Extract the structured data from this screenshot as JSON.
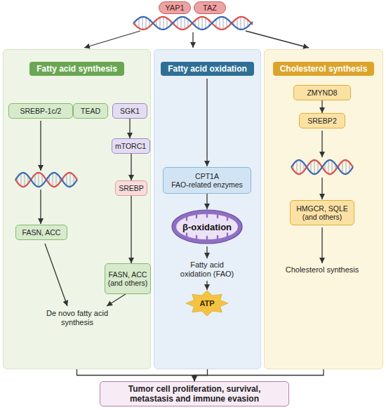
{
  "diagram": {
    "nodes": [
      {
        "text": [
          "YAP1"
        ]
      },
      {
        "text": [
          "TAZ"
        ]
      },
      {
        "text": [
          "Fatty acid synthesis"
        ]
      },
      {
        "text": [
          "SREBP-1c/2"
        ],
        "in": 2
      },
      {
        "text": [
          "TEAD"
        ],
        "in": 2
      },
      {
        "text": [
          "SGK1"
        ],
        "in": 2
      },
      {
        "text": [
          "mTORC1"
        ],
        "in": 2
      },
      {
        "text": [
          "SREBP"
        ],
        "in": 2
      },
      {
        "text": [
          "FASN, ACC"
        ],
        "in": 2
      },
      {
        "text": [
          "FASN, ACC (and others)"
        ],
        "in": 2
      },
      {
        "text": [
          "Fatty acid oxidation"
        ]
      },
      {
        "text": [
          "CPT1A",
          "FAO-related enzymes"
        ],
        "in": 10
      },
      {
        "text": [
          "β-oxidation"
        ],
        "in": 10
      },
      {
        "text": [
          "ATP"
        ],
        "in": 10
      },
      {
        "text": [
          "Cholesterol synthesis"
        ]
      },
      {
        "text": [
          "ZMYND8"
        ],
        "in": 14
      },
      {
        "text": [
          "SREBP2"
        ],
        "in": 14
      },
      {
        "text": [
          "HMGCR, SQLE (and others)"
        ],
        "in": 14
      },
      {
        "text": [
          "Tumor cell proliferation, survival, metastasis and immune evasion"
        ]
      }
    ],
    "edges": [
      {
        "from": 5,
        "to": 6,
        "arrow": "to"
      },
      {
        "from": 6,
        "to": 7,
        "arrow": "to"
      },
      {
        "from": 7,
        "to": 9,
        "arrow": "to"
      },
      {
        "from": 11,
        "to": 12,
        "arrow": "to"
      },
      {
        "from": 15,
        "to": 16,
        "arrow": "to"
      },
      {
        "from": 2,
        "to": 18,
        "arrow": "to"
      },
      {
        "from": 10,
        "to": 18,
        "arrow": "to"
      },
      {
        "from": 14,
        "to": 18,
        "arrow": "to"
      }
    ],
    "labels": [
      "De novo fatty acid synthesis",
      "Fatty acid oxidation (FAO)",
      "Cholesterol synthesis"
    ]
  }
}
